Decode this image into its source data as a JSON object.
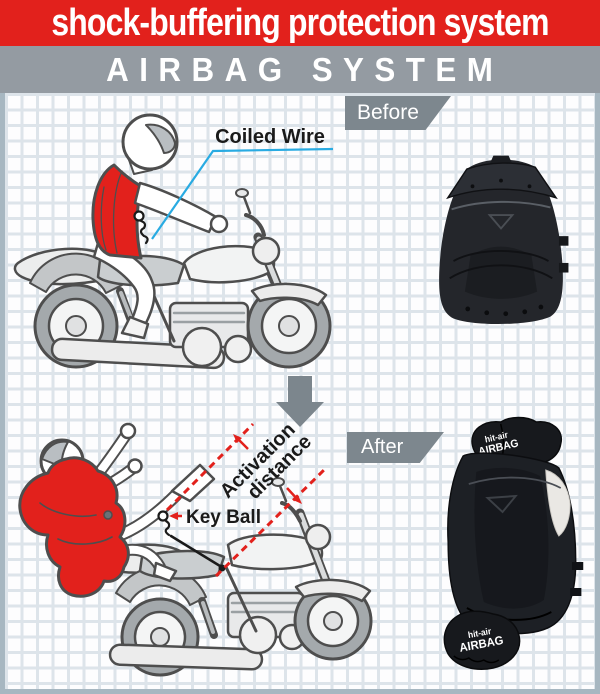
{
  "header": {
    "title": "shock-buffering protection system",
    "subtitle": "AIRBAG SYSTEM"
  },
  "before": {
    "tag_label": "Before",
    "coiled_wire_label": "Coiled Wire"
  },
  "after": {
    "tag_label": "After",
    "activation_label_line1": "Activation",
    "activation_label_line2": "distance",
    "key_ball_label": "Key Ball"
  },
  "vest": {
    "logo_brand": "hit-air",
    "logo_product": "AIRBAG"
  },
  "colors": {
    "accent_red": "#e2211c",
    "banner_gray": "#949ba2",
    "tag_gray": "#7d878e",
    "callout_cyan": "#29abe2",
    "grid_line": "#dde4ea",
    "grid_border": "#a7b7c1",
    "vest_black": "#1c1e23"
  }
}
